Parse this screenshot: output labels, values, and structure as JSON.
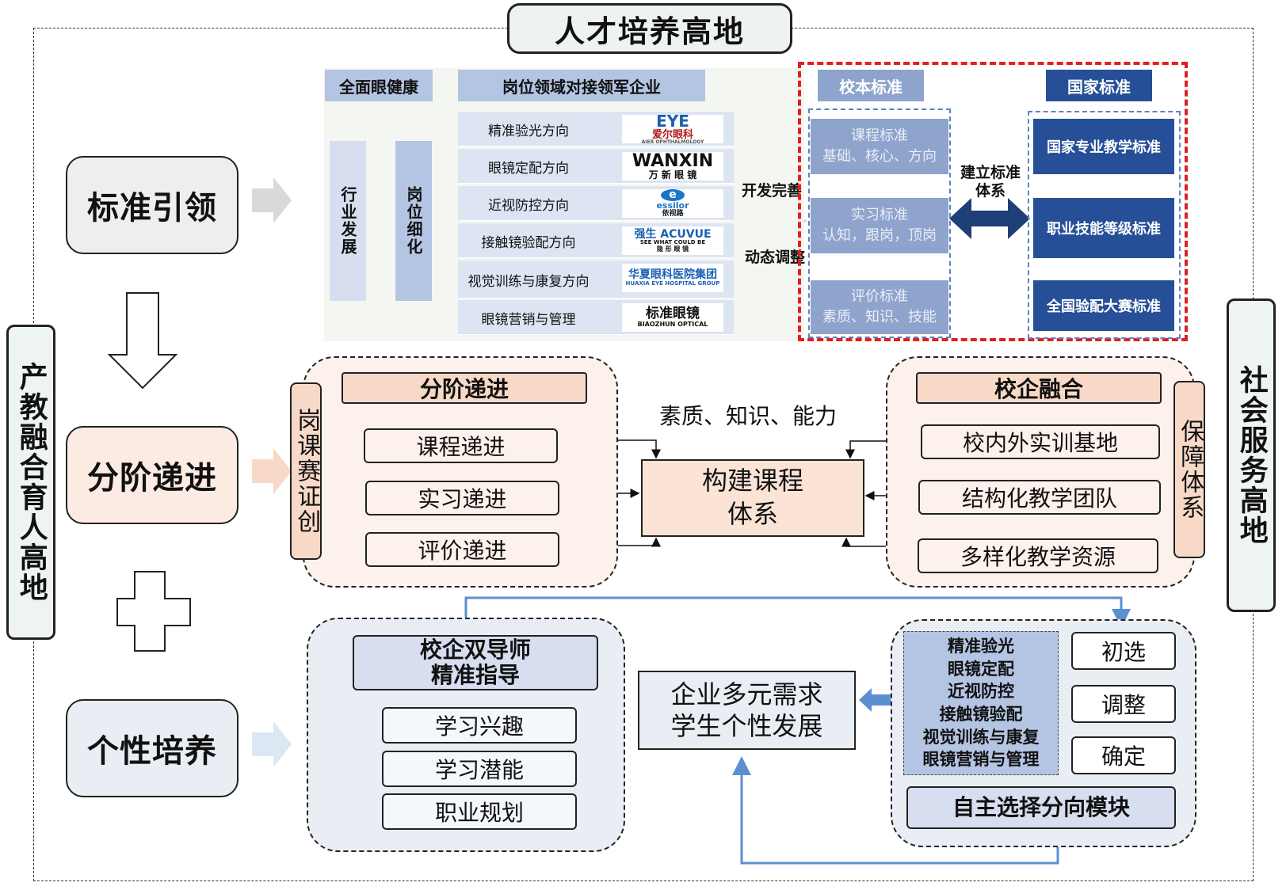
{
  "title": "人才培养高地",
  "left_banner": "产教融合育人高地",
  "right_banner": "社会服务高地",
  "stages": [
    "标准引领",
    "分阶递进",
    "个性培养"
  ],
  "top_panel": {
    "eye_health": "全面眼健康",
    "post_domain": "岗位领域对接领军企业",
    "industry_dev": "行业发展",
    "post_refine": "岗位细化",
    "directions": [
      "精准验光方向",
      "眼镜定配方向",
      "近视防控方向",
      "接触镜验配方向",
      "视觉训练与康复方向",
      "眼镜营销与管理"
    ],
    "logos": [
      {
        "main": "EYE",
        "sub": "爱尔眼科",
        "tiny": "AIER OPHTHALMOLOGY"
      },
      {
        "main": "WANXIN",
        "sub": "万 新 眼 镜",
        "tiny": ""
      },
      {
        "main": "essilor",
        "sub": "依视路",
        "tiny": ""
      },
      {
        "main": "强生 ACUVUE",
        "sub": "SEE WHAT COULD BE",
        "tiny": "隐 形 眼 镜"
      },
      {
        "main": "华夏眼科医院集团",
        "sub": "HUAXIA EYE HOSPITAL GROUP",
        "tiny": ""
      },
      {
        "main": "标准眼镜",
        "sub": "BIAOZHUN OPTICAL",
        "tiny": ""
      }
    ],
    "dev_improve": "开发完善",
    "dynamic_adjust": "动态调整",
    "build_system": "建立标准体系",
    "school_std_label": "校本标准",
    "national_std_label": "国家标准",
    "school_std": [
      {
        "title": "课程标准",
        "detail": "基础、核心、方向"
      },
      {
        "title": "实习标准",
        "detail": "认知，跟岗，顶岗"
      },
      {
        "title": "评价标准",
        "detail": "素质、知识、技能"
      }
    ],
    "national_std": [
      "国家专业教学标准",
      "职业技能等级标准",
      "全国验配大赛标准"
    ]
  },
  "middle": {
    "left_side_label": "岗课赛证创",
    "left_head": "分阶递进",
    "left_items": [
      "课程递进",
      "实习递进",
      "评价递进"
    ],
    "center_caption": "素质、知识、能力",
    "core": [
      "构建课程",
      "体系"
    ],
    "right_head": "校企融合",
    "right_items": [
      "校内外实训基地",
      "结构化教学团队",
      "多样化教学资源"
    ],
    "right_side_label": "保障体系"
  },
  "bottom": {
    "mentor_head": [
      "校企双导师",
      "精准指导"
    ],
    "mentor_items": [
      "学习兴趣",
      "学习潜能",
      "职业规划"
    ],
    "center": [
      "企业多元需求",
      "学生个性发展"
    ],
    "modules": [
      "精准验光",
      "眼镜定配",
      "近视防控",
      "接触镜验配",
      "视觉训练与康复",
      "眼镜营销与管理"
    ],
    "select_steps": [
      "初选",
      "调整",
      "确定"
    ],
    "module_label": "自主选择分向模块"
  }
}
